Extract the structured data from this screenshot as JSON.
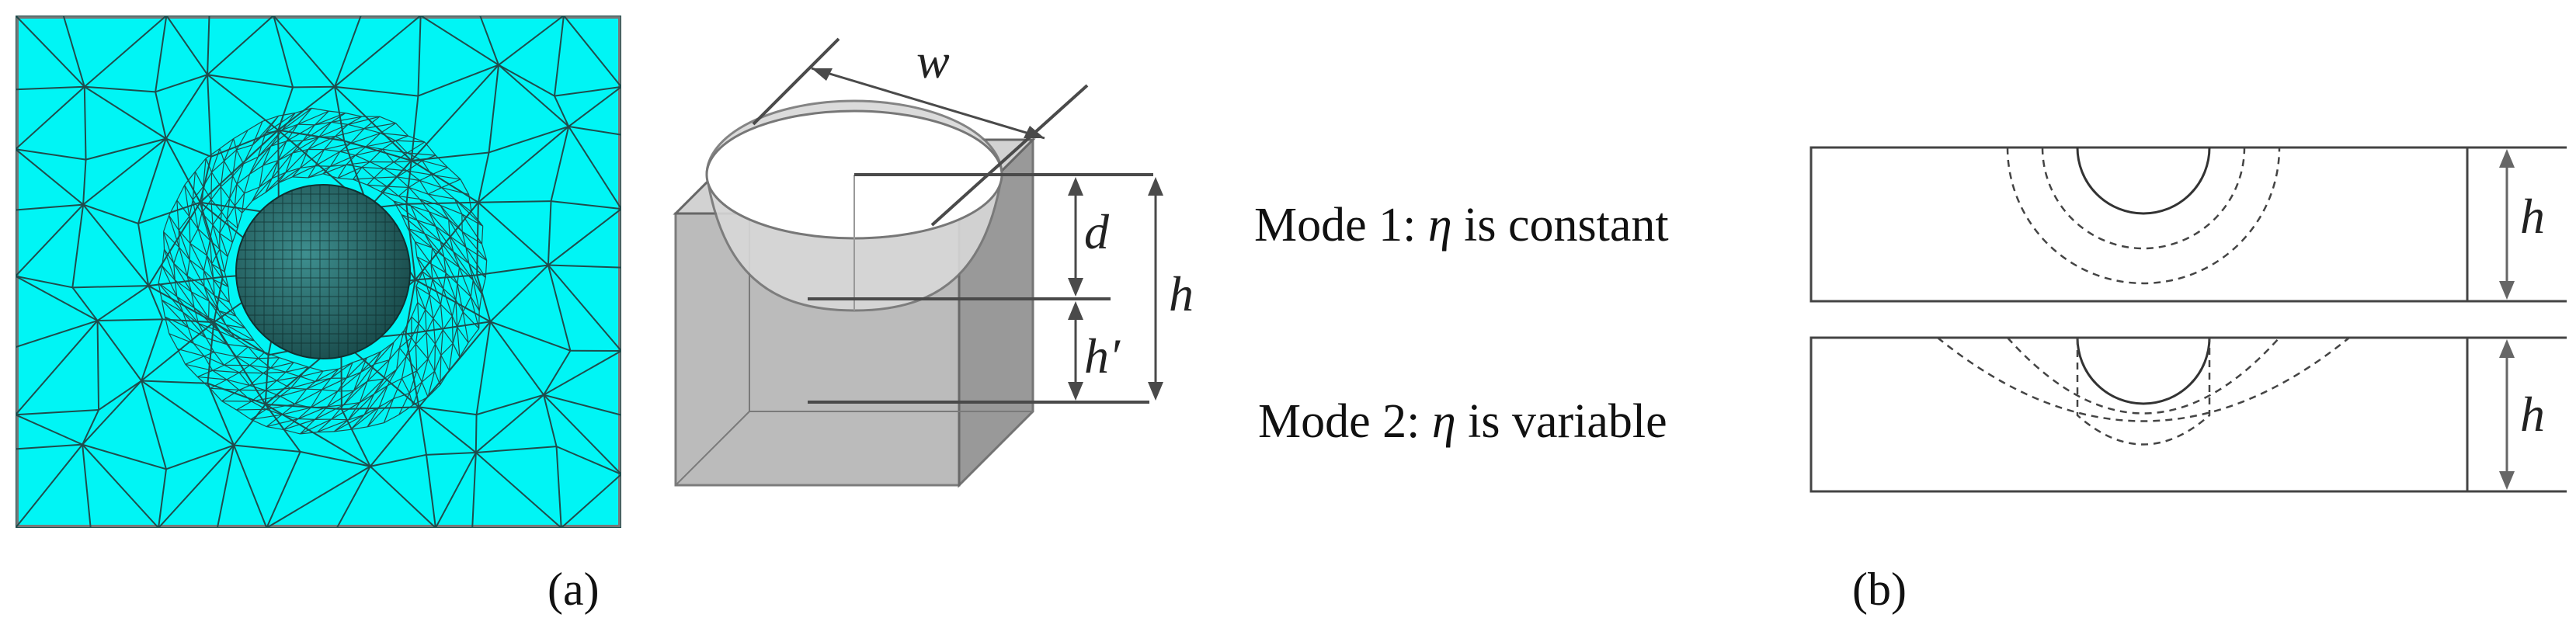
{
  "captions": {
    "a": "(a)",
    "b": "(b)"
  },
  "dimensions": {
    "w": "w",
    "d": "d",
    "h": "h",
    "h_prime": "h′"
  },
  "modes": [
    {
      "prefix": "Mode 1: ",
      "symbol": "η",
      "suffix": " is constant"
    },
    {
      "prefix": "Mode 2: ",
      "symbol": "η",
      "suffix": " is variable"
    }
  ],
  "colors": {
    "mesh_fill": "#00f5f5",
    "mesh_line": "#1f4c4c",
    "block_fill": "#a8a8a8",
    "line": "#4a4a4a"
  }
}
